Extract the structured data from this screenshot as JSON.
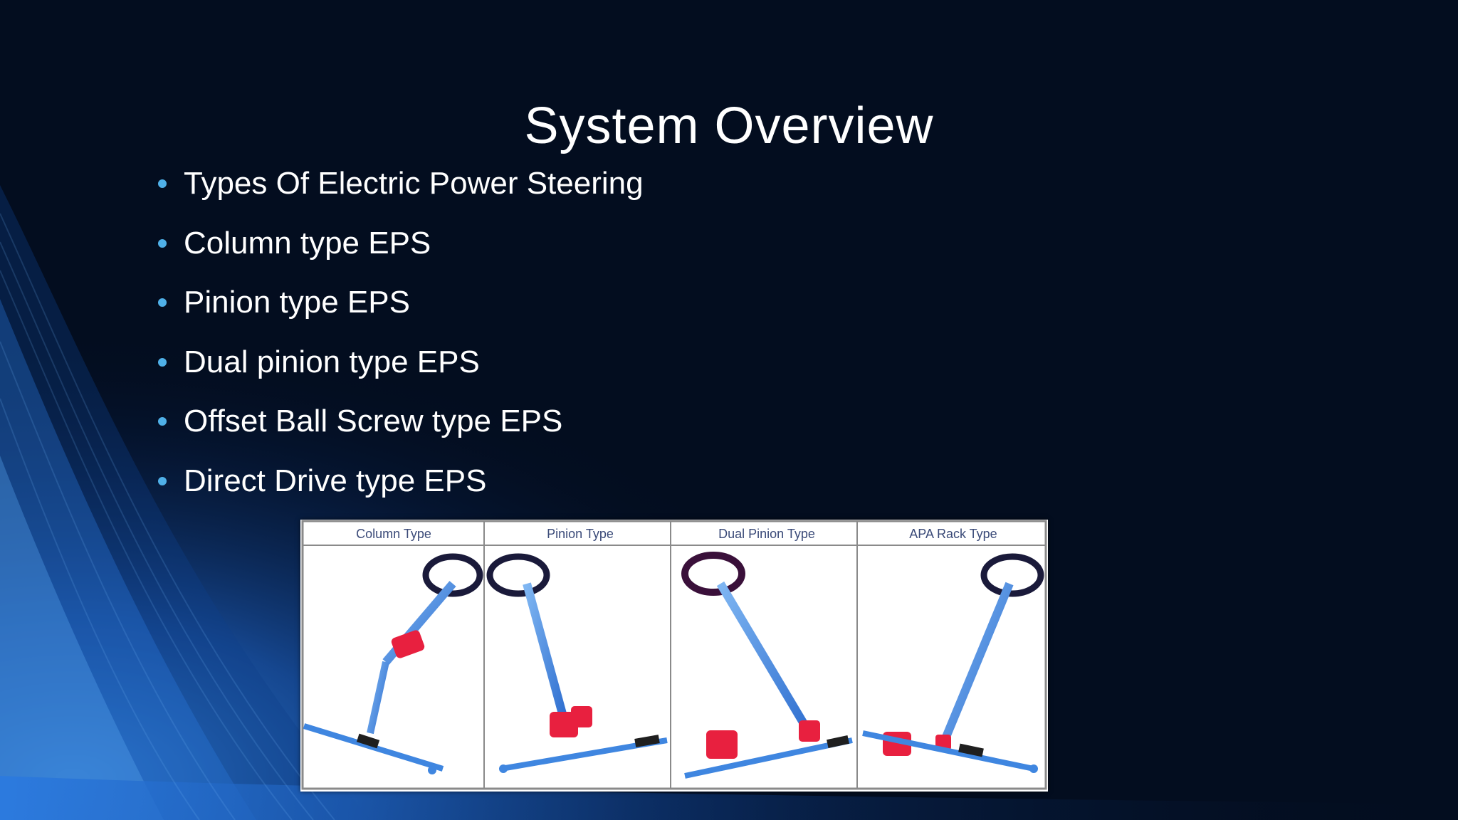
{
  "slide": {
    "title": "System Overview",
    "bullets": [
      "Types Of Electric Power Steering",
      "Column type EPS",
      "Pinion type EPS",
      "Dual pinion type EPS",
      "Offset Ball Screw type EPS",
      "Direct Drive type EPS"
    ]
  },
  "figure": {
    "panels": [
      {
        "label": "Column Type"
      },
      {
        "label": "Pinion Type"
      },
      {
        "label": "Dual Pinion Type"
      },
      {
        "label": "APA Rack Type"
      }
    ]
  },
  "colors": {
    "background": "#030d1f",
    "accent_blue": "#1f6fd6",
    "bullet": "#4fb0e8",
    "motor_red": "#e8203f",
    "shaft_blue": "#3f86e0"
  }
}
